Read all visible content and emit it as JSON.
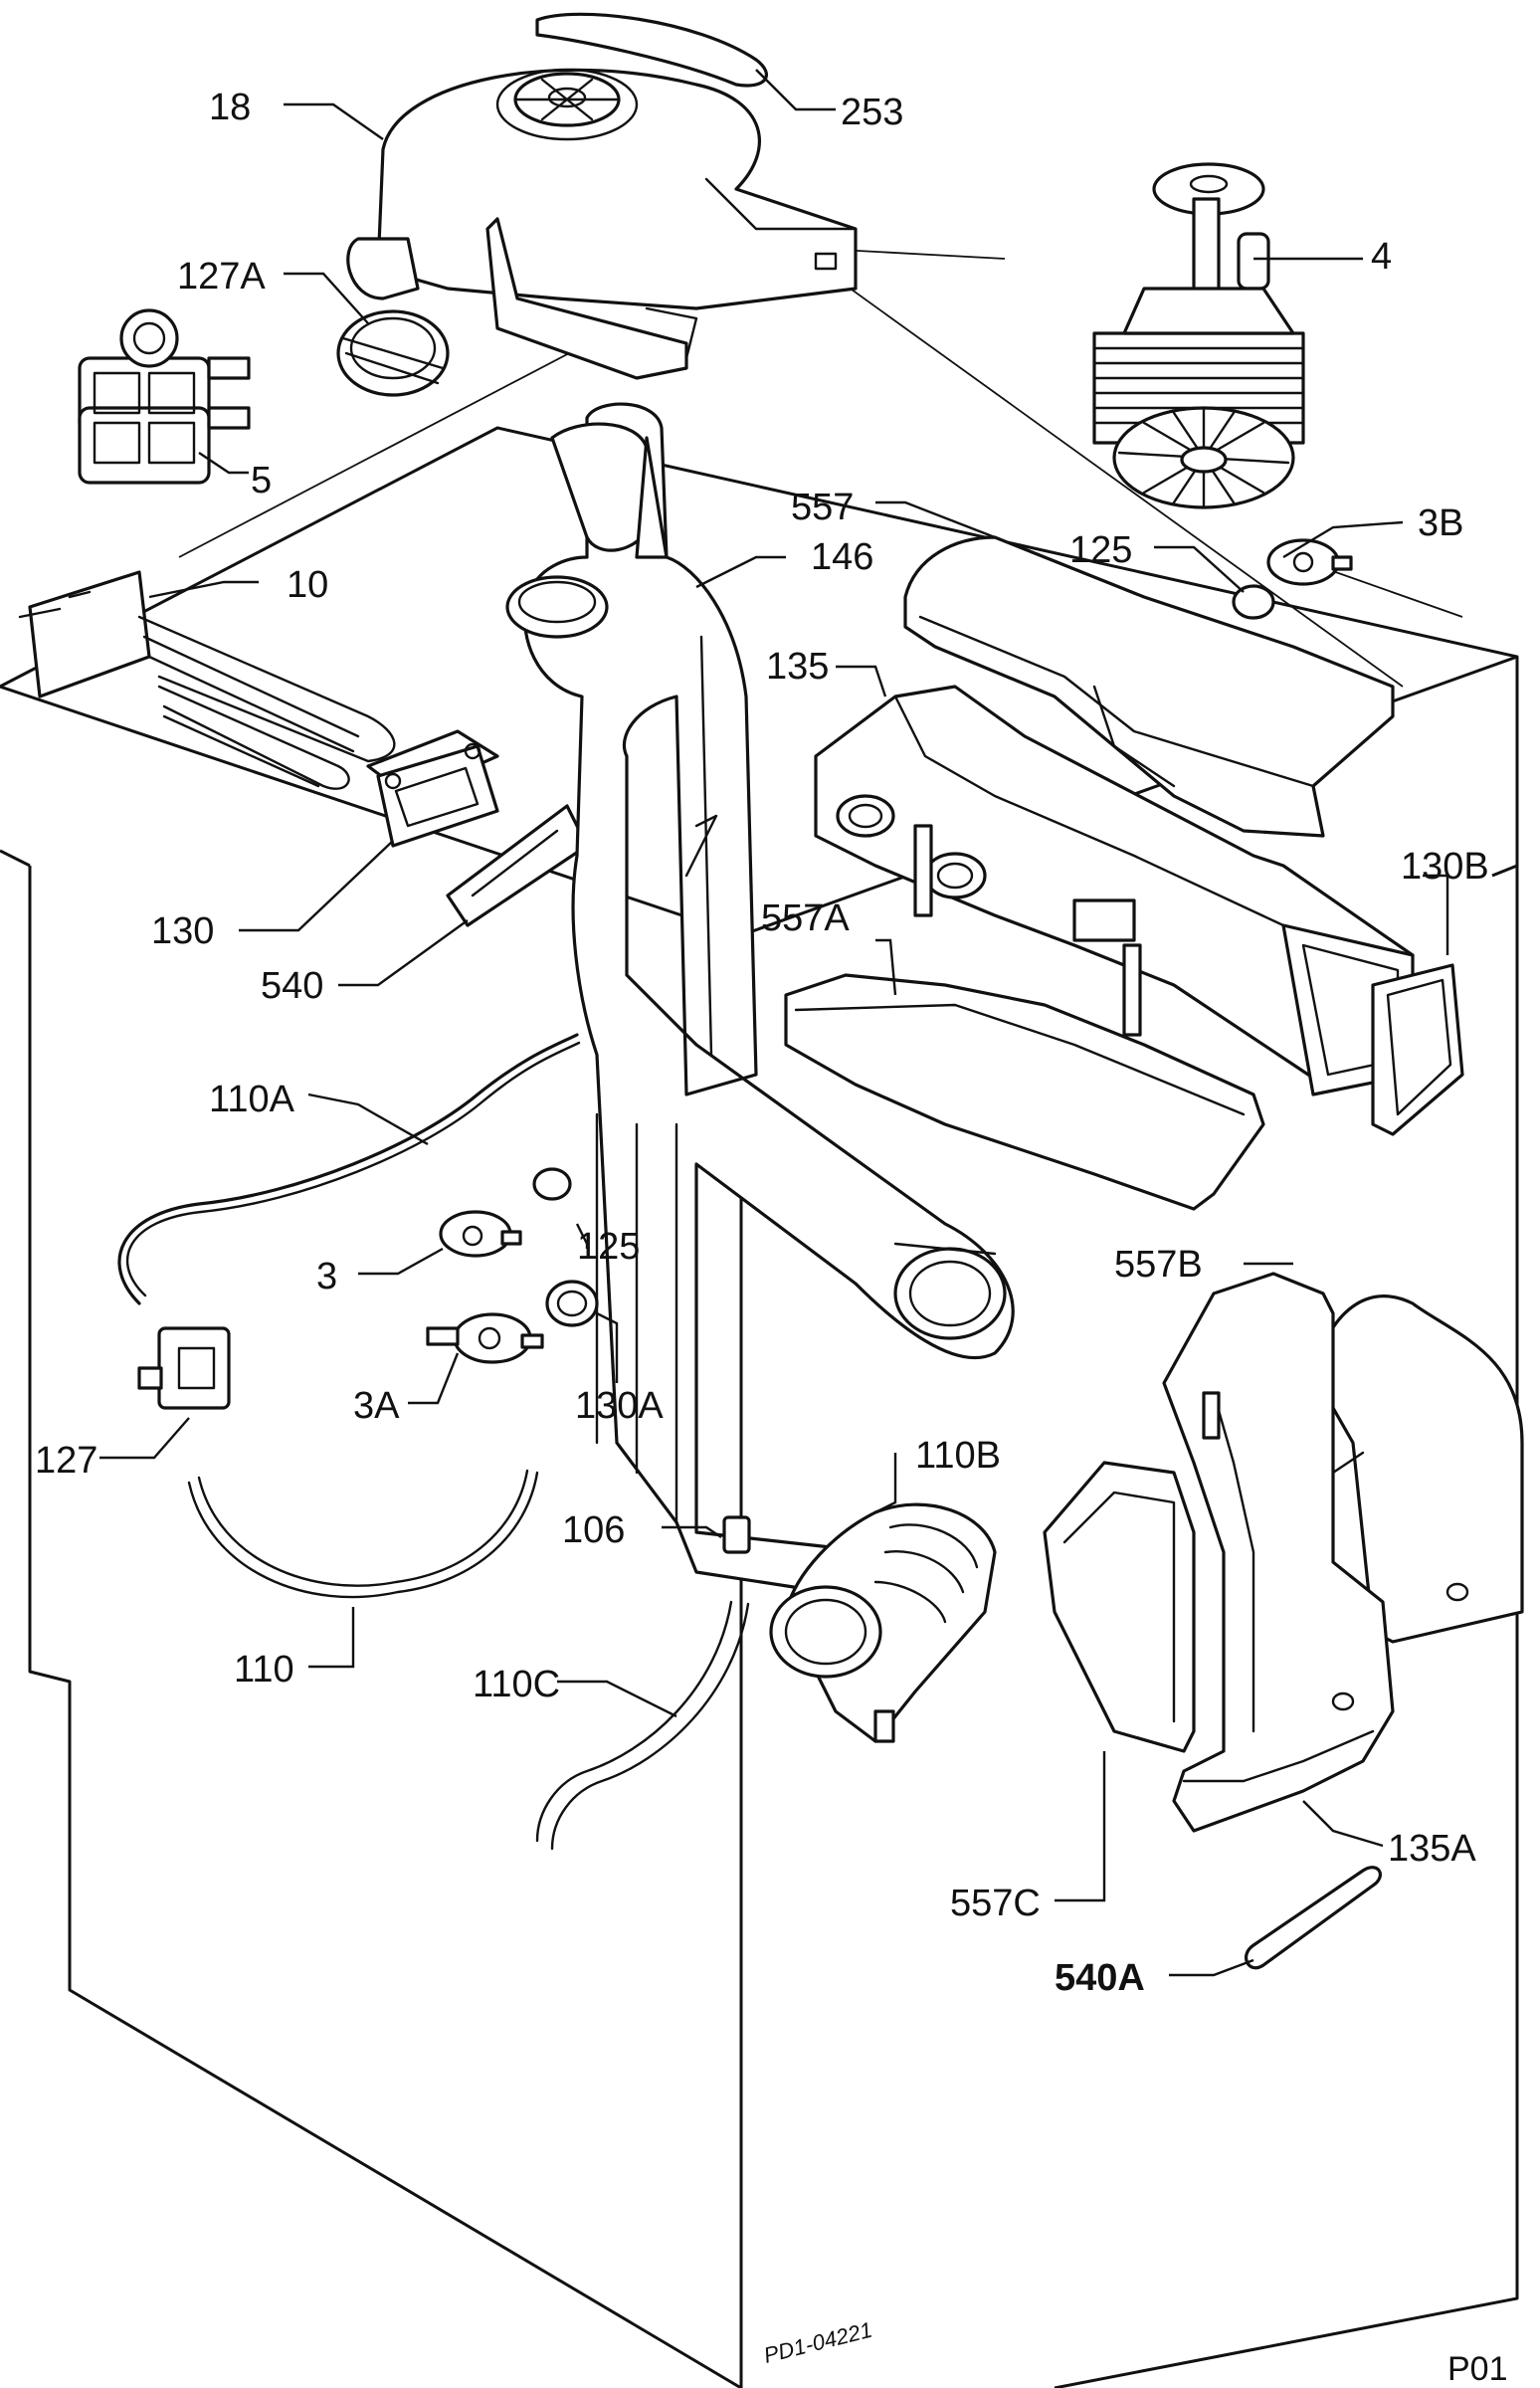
{
  "diagram": {
    "drawing_code": "PD1-04221",
    "page_id": "P01",
    "parts": [
      {
        "id": "p18",
        "label": "18"
      },
      {
        "id": "p253",
        "label": "253"
      },
      {
        "id": "p127a",
        "label": "127A"
      },
      {
        "id": "p4",
        "label": "4"
      },
      {
        "id": "p5",
        "label": "5"
      },
      {
        "id": "p557",
        "label": "557"
      },
      {
        "id": "p146",
        "label": "146"
      },
      {
        "id": "p125a",
        "label": "125"
      },
      {
        "id": "p3b",
        "label": "3B"
      },
      {
        "id": "p10",
        "label": "10"
      },
      {
        "id": "p135",
        "label": "135"
      },
      {
        "id": "p130b",
        "label": "130B"
      },
      {
        "id": "p130",
        "label": "130"
      },
      {
        "id": "p557a",
        "label": "557A"
      },
      {
        "id": "p540",
        "label": "540"
      },
      {
        "id": "p110a",
        "label": "110A"
      },
      {
        "id": "p125b",
        "label": "125"
      },
      {
        "id": "p3",
        "label": "3"
      },
      {
        "id": "p557b",
        "label": "557B"
      },
      {
        "id": "p3a",
        "label": "3A"
      },
      {
        "id": "p130a",
        "label": "130A"
      },
      {
        "id": "p127",
        "label": "127"
      },
      {
        "id": "p110b",
        "label": "110B"
      },
      {
        "id": "p106",
        "label": "106"
      },
      {
        "id": "p110",
        "label": "110"
      },
      {
        "id": "p110c",
        "label": "110C"
      },
      {
        "id": "p135a",
        "label": "135A"
      },
      {
        "id": "p557c",
        "label": "557C"
      },
      {
        "id": "p540a",
        "label": "540A"
      }
    ]
  }
}
